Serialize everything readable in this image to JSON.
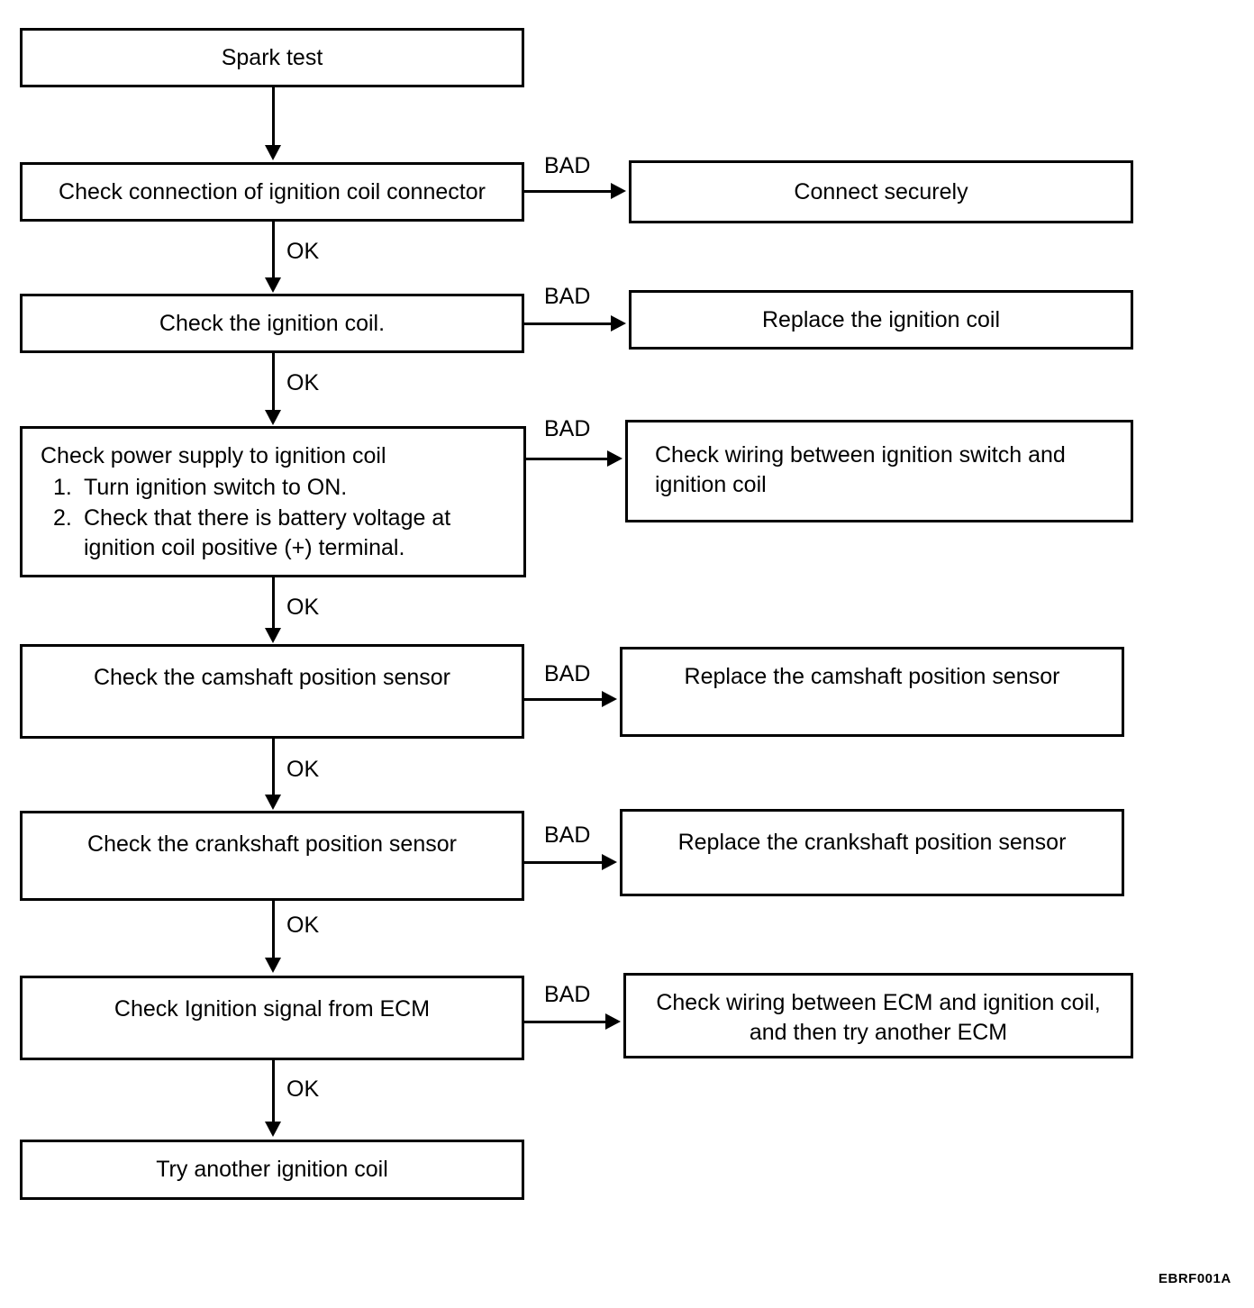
{
  "diagram": {
    "title": "Ignition system spark test troubleshooting flowchart",
    "figure_code": "EBRF001A",
    "colors": {
      "ink": "#000000",
      "paper": "#ffffff"
    },
    "labels": {
      "ok": "OK",
      "bad": "BAD"
    },
    "nodes": {
      "spark_test": "Spark test",
      "check_connector": "Check connection of ignition coil connector",
      "connect_securely": "Connect securely",
      "check_coil": "Check the ignition coil.",
      "replace_coil": "Replace the ignition coil",
      "check_power_supply_head": "Check power supply to ignition coil",
      "check_power_supply_step1_num": "1.",
      "check_power_supply_step1": "Turn ignition switch to ON.",
      "check_power_supply_step2_num": "2.",
      "check_power_supply_step2": "Check that there is battery voltage at ignition coil positive (+) terminal.",
      "check_wiring_switch": "Check wiring between ignition switch and ignition coil",
      "check_cmp": "Check the camshaft position sensor",
      "replace_cmp": "Replace the camshaft position sensor",
      "check_ckp": "Check the crankshaft position sensor",
      "replace_ckp": "Replace the crankshaft position sensor",
      "check_ignition_signal": "Check Ignition signal from ECM",
      "check_wiring_ecm": "Check wiring between ECM and ignition coil, and then try another ECM",
      "try_another_coil": "Try another ignition coil"
    },
    "edge_labels": {
      "ok_1": "OK",
      "ok_2": "OK",
      "ok_3": "OK",
      "ok_4": "OK",
      "ok_5": "OK",
      "ok_6": "OK",
      "bad_1": "BAD",
      "bad_2": "BAD",
      "bad_3": "BAD",
      "bad_4": "BAD",
      "bad_5": "BAD",
      "bad_6": "BAD"
    }
  }
}
